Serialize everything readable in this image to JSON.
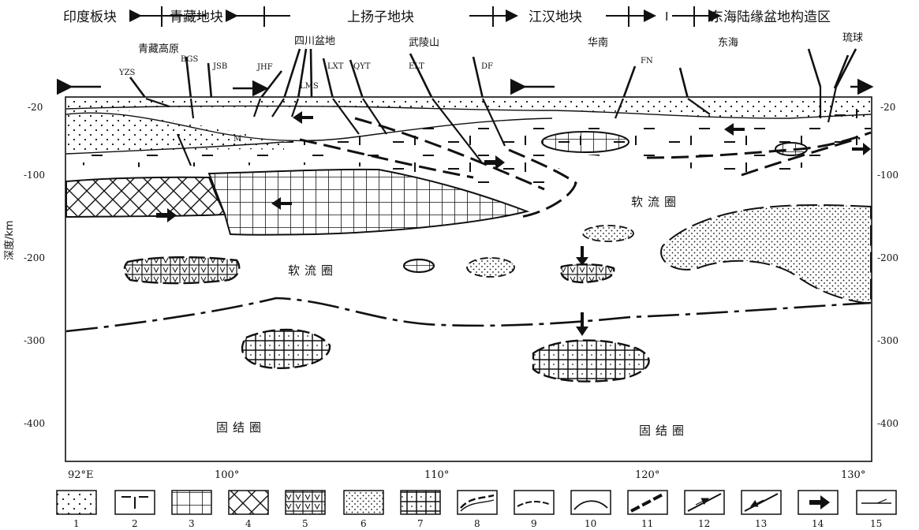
{
  "header": {
    "blocks": [
      "印度板块",
      "青藏地块",
      "上扬子地块",
      "江汉地块",
      "东海陆缘盆地构造区"
    ],
    "separator_mark": "I"
  },
  "regions": [
    "青藏高原",
    "四川盆地",
    "武陵山",
    "华南",
    "东海",
    "琉球"
  ],
  "faults": [
    "YZS",
    "BGS",
    "JSB",
    "JHF",
    "LMS",
    "LXT",
    "QYT",
    "ELT",
    "DF",
    "FN",
    "M"
  ],
  "moho_label": "M",
  "axes": {
    "y_label": "深度/km",
    "y_ticks_left": [
      "-20",
      "-100",
      "-200",
      "-300",
      "-400"
    ],
    "y_ticks_right": [
      "-20",
      "-100",
      "-200",
      "-300",
      "-400"
    ],
    "x_ticks": [
      "92°E",
      "100°",
      "110°",
      "120°",
      "130°"
    ]
  },
  "zones": {
    "soft_upper": "软流圈",
    "soft_middle": "软流圈",
    "solid_left": "固结圈",
    "solid_right": "固结圈"
  },
  "legend": [
    "1",
    "2",
    "3",
    "4",
    "5",
    "6",
    "7",
    "8",
    "9",
    "10",
    "11",
    "12",
    "13",
    "14",
    "15"
  ]
}
